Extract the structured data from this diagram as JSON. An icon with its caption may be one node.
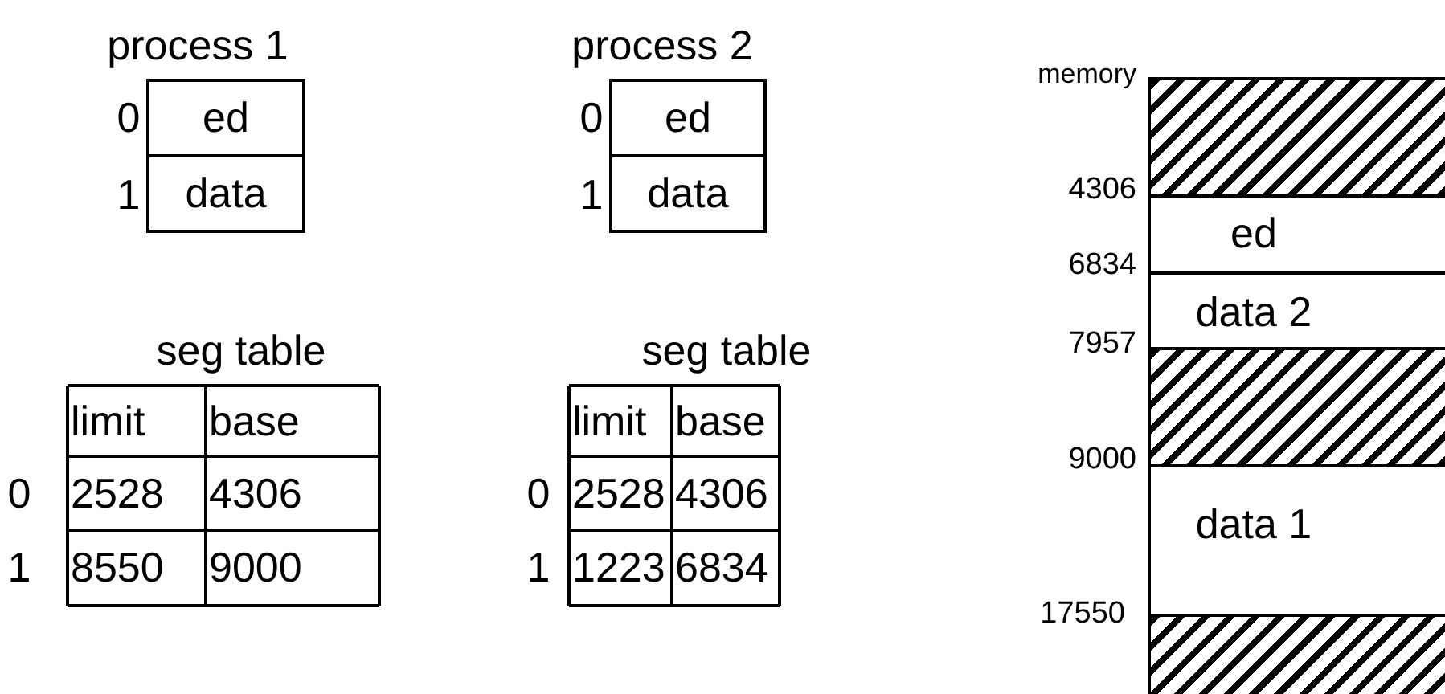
{
  "diagram": {
    "nodes": [
      {
        "text": [
          "ed"
        ]
      },
      {
        "text": [
          "data"
        ]
      },
      {
        "text": [
          "ed"
        ]
      },
      {
        "text": [
          "data"
        ]
      },
      {
        "text": [],
        "shape": "box"
      },
      {
        "text": [
          "ed"
        ]
      },
      {
        "text": [
          "data 2"
        ]
      },
      {
        "text": [],
        "shape": "box"
      },
      {
        "text": [
          "data 1"
        ]
      },
      {
        "text": [],
        "shape": "box"
      }
    ],
    "labels": [
      "process 1",
      "0",
      "1",
      "process 2",
      "0",
      "1",
      "seg table",
      "limit",
      "base",
      "0",
      "2528",
      "4306",
      "1",
      "8550",
      "9000",
      "seg table",
      "limit",
      "base",
      "0",
      "2528",
      "4306",
      "1",
      "1223",
      "6834",
      "memory",
      "4306",
      "6834",
      "7957",
      "9000",
      "17550"
    ]
  }
}
